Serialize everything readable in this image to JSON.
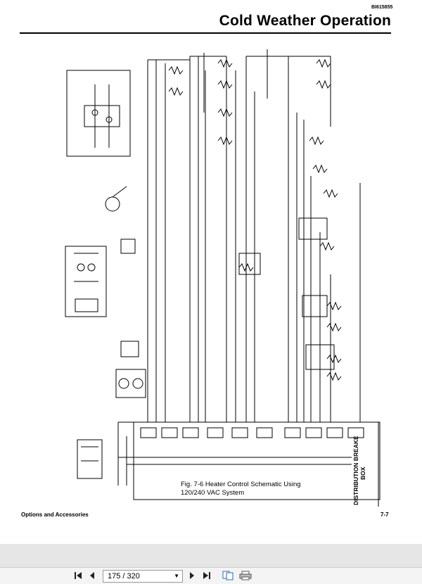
{
  "header": {
    "doc_id": "BI615855",
    "title": "Cold Weather Operation"
  },
  "figure": {
    "caption_line1": "Fig. 7-6  Heater Control Schematic Using",
    "caption_line2": "120/240 VAC System",
    "box_label_line1": "DISTRIBUTION  BREAKER",
    "box_label_line2": "BOX"
  },
  "footer": {
    "section": "Options and Accessories",
    "page": "7-7"
  },
  "viewer": {
    "page_indicator": "175 / 320",
    "icons": [
      "first-page-icon",
      "prev-page-icon",
      "next-page-icon",
      "last-page-icon",
      "copy-pages-icon",
      "print-icon"
    ]
  }
}
